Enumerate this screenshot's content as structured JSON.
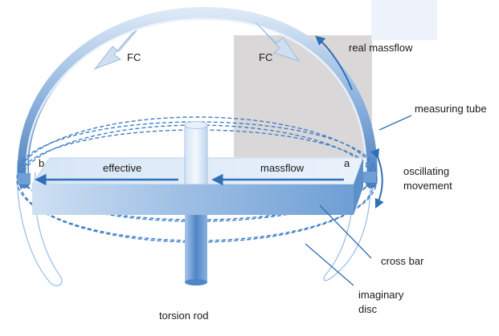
{
  "labels": {
    "fc_left": "FC",
    "fc_right": "FC",
    "real_massflow": "real massflow",
    "measuring_tube": "measuring tube",
    "oscillating_line1": "oscillating",
    "oscillating_line2": "movement",
    "effective": "effective",
    "massflow": "massflow",
    "point_a": "a",
    "point_b": "b",
    "cross_bar": "cross bar",
    "imaginary_line1": "imaginary",
    "imaginary_line2": "disc",
    "torsion_rod": "torsion rod"
  },
  "colors": {
    "tube": "#7aa4d4",
    "tube_dark": "#3f73b4",
    "arrow": "#2f6fb6",
    "dashed": "#3f7fc8",
    "background_panel": "#d9d7d8",
    "corner_panel": "#eef3fb"
  }
}
